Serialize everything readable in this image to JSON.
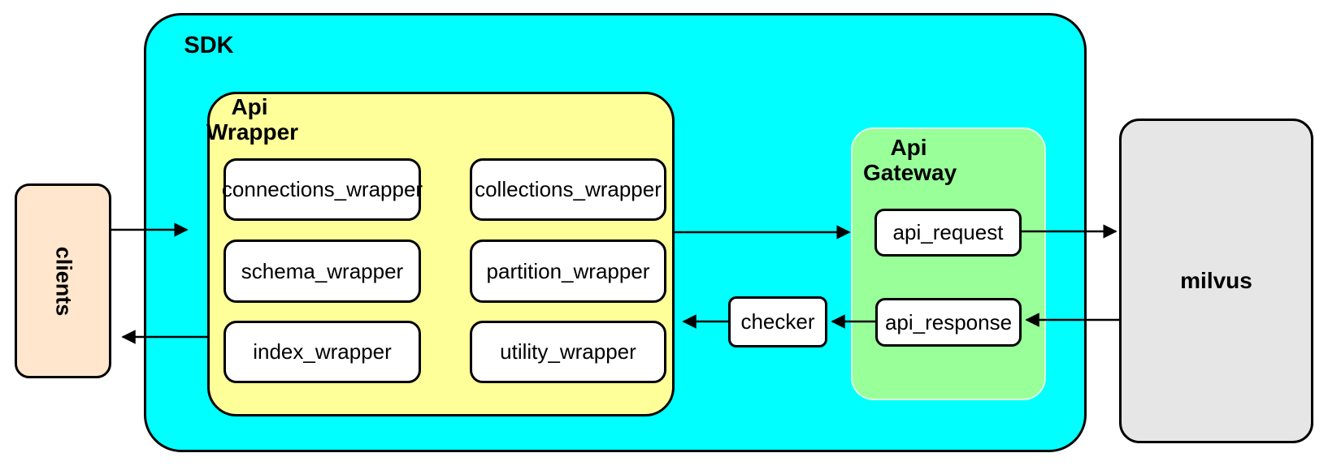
{
  "diagram": {
    "clients": {
      "label": "clients"
    },
    "sdk": {
      "label": "SDK"
    },
    "api_wrapper": {
      "label_line1": "Api",
      "label_line2": "Wrapper",
      "boxes": [
        {
          "label": "connections_wrapper"
        },
        {
          "label": "collections_wrapper"
        },
        {
          "label": "schema_wrapper"
        },
        {
          "label": "partition_wrapper"
        },
        {
          "label": "index_wrapper"
        },
        {
          "label": "utility_wrapper"
        }
      ]
    },
    "checker": {
      "label": "checker"
    },
    "api_gateway": {
      "label_line1": "Api",
      "label_line2": "Gateway",
      "request": {
        "label": "api_request"
      },
      "response": {
        "label": "api_response"
      }
    },
    "milvus": {
      "label": "milvus"
    },
    "colors": {
      "sdk_fill": "#00FFFF",
      "api_wrapper_fill": "#FFFF99",
      "api_gateway_fill": "#99FF99",
      "clients_fill": "#FFE6CC",
      "milvus_fill": "#E6E6E6",
      "node_fill": "#FFFFFF",
      "line": "#000000"
    }
  }
}
